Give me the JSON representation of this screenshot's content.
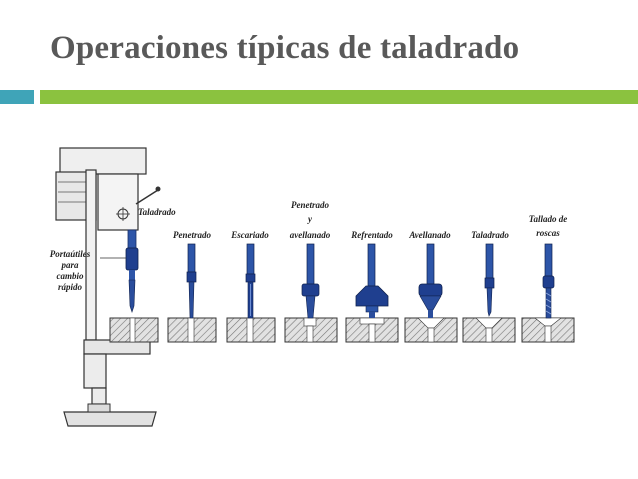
{
  "slide": {
    "title": "Operaciones típicas de taladrado"
  },
  "colors": {
    "title": "#595959",
    "accent_teal": "#3fa4b8",
    "accent_green": "#8bc23f",
    "tool_blue": "#1f3f8f",
    "metal_gray": "#8a8a8a"
  },
  "diagram": {
    "holder_label_lines": [
      "Portaútiles",
      "para",
      "cambio",
      "rápido"
    ],
    "operations": [
      {
        "label_lines": [
          "Taladrado"
        ]
      },
      {
        "label_lines": [
          "Penetrado"
        ]
      },
      {
        "label_lines": [
          "Escariado"
        ]
      },
      {
        "label_lines": [
          "Penetrado",
          "y",
          "avellanado"
        ]
      },
      {
        "label_lines": [
          "Refrentado"
        ]
      },
      {
        "label_lines": [
          "Avellanado"
        ]
      },
      {
        "label_lines": [
          "Taladrado"
        ]
      },
      {
        "label_lines": [
          "Tallado de",
          "roscas"
        ]
      }
    ]
  }
}
